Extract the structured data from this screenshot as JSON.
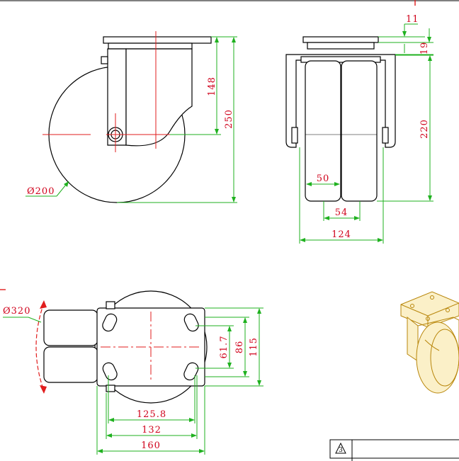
{
  "dimensions": {
    "side_wheel_diameter": "Ø200",
    "side_plate_to_axle": "148",
    "side_total_height": "250",
    "front_plate_thickness": "11",
    "front_offset": "19",
    "front_wheel_height": "220",
    "front_wheel_width": "50",
    "front_inner_width": "54",
    "front_overall_width": "124",
    "top_swivel_diameter": "Ø320",
    "top_hole_vertical": "61.7",
    "top_hole_span": "86",
    "top_plate_depth": "115",
    "top_hole_horizontal": "125.8",
    "top_hole_outer": "132",
    "top_plate_width": "160"
  },
  "title_block": {
    "revision_symbol": "3"
  },
  "colors": {
    "outline": "#000000",
    "dimension_line": "#1fb11f",
    "dimension_text": "#d0021b",
    "centerline": "#e11d1d",
    "iso_view": "#b8860b"
  }
}
